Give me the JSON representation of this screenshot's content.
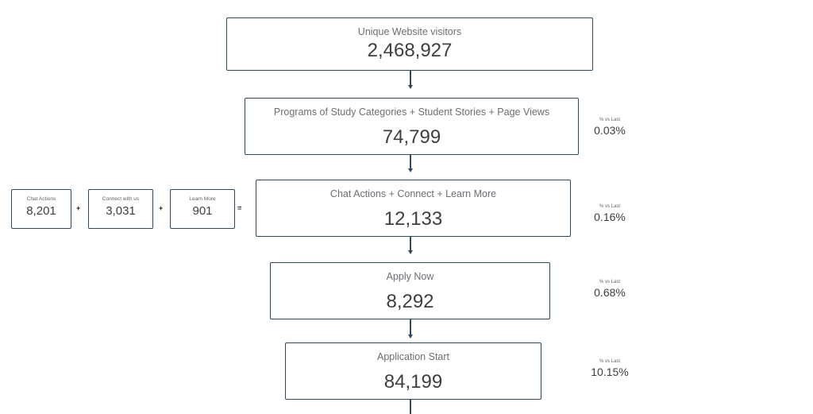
{
  "funnel": [
    {
      "label": "Unique Website visitors",
      "value": "2,468,927"
    },
    {
      "label": "Programs of Study Categories + Student Stories + Page Views",
      "value": "74,799",
      "stat_label": "% vs Last",
      "stat_value": "0.03%"
    },
    {
      "label": "Chat Actions + Connect + Learn More",
      "value": "12,133",
      "stat_label": "% vs Last",
      "stat_value": "0.16%"
    },
    {
      "label": "Apply Now",
      "value": "8,292",
      "stat_label": "% vs Last",
      "stat_value": "0.68%"
    },
    {
      "label": "Application Start",
      "value": "84,199",
      "stat_label": "% vs Last",
      "stat_value": "10.15%"
    }
  ],
  "components": [
    {
      "label": "Chat Actions",
      "value": "8,201"
    },
    {
      "label": "Connect with us",
      "value": "3,031"
    },
    {
      "label": "Learn More",
      "value": "901"
    }
  ],
  "operators": {
    "plus": "+",
    "equals": "="
  }
}
